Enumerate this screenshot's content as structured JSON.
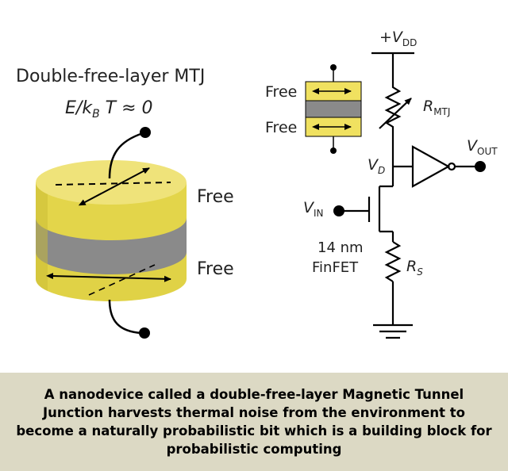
{
  "device": {
    "title": "Double-free-layer MTJ",
    "energy_label": "E/k",
    "energy_sub": "B",
    "energy_rest": " T ≈ 0",
    "top_layer_label": "Free",
    "bottom_layer_label": "Free"
  },
  "circuit": {
    "vdd": "+V",
    "vdd_sub": "DD",
    "rmtj": "R",
    "rmtj_sub": "MTJ",
    "vout": "V",
    "vout_sub": "OUT",
    "vd": "V",
    "vd_sub": "D",
    "vin": "V",
    "vin_sub": "IN",
    "fet_line1": "14 nm",
    "fet_line2": "FinFET",
    "rs": "R",
    "rs_sub": "S",
    "inset_free_top": "Free",
    "inset_free_bottom": "Free"
  },
  "colors": {
    "yellow": "#e6d84a",
    "yellow_dark": "#b5a92c",
    "gray": "#8a8a8a",
    "caption_bg": "#dcd9c4"
  },
  "caption": "A nanodevice called a double-free-layer Magnetic Tunnel Junction harvests thermal noise from the environment to become a naturally probabilistic bit which is a building block for probabilistic computing"
}
